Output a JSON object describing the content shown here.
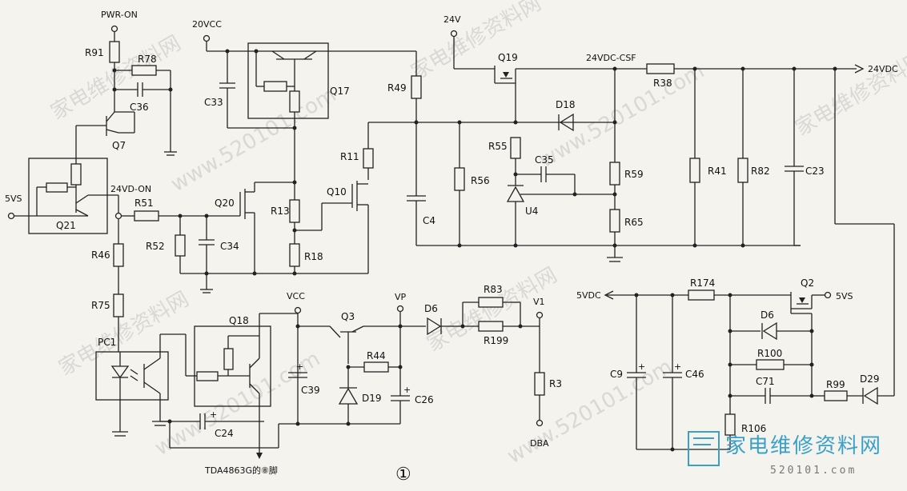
{
  "nets": {
    "pwr_on": "PWR-ON",
    "v20": "20VCC",
    "v24": "24V",
    "v24csf": "24VDC-CSF",
    "v24dc": "24VDC",
    "v5vs_left": "5VS",
    "v24d_on": "24VD-ON",
    "vcc": "VCC",
    "vp": "VP",
    "v1": "V1",
    "dba": "DBA",
    "v5vdc": "5VDC",
    "v5vs_right": "5VS"
  },
  "components": {
    "R91": "R91",
    "R78": "R78",
    "C36": "C36",
    "Q7": "Q7",
    "Q21": "Q21",
    "R51": "R51",
    "R52": "R52",
    "C34": "C34",
    "R46": "R46",
    "R75": "R75",
    "PC1": "PC1",
    "Q18": "Q18",
    "C24": "C24",
    "C33": "C33",
    "Q17": "Q17",
    "Q20": "Q20",
    "R13": "R13",
    "R18": "R18",
    "R49": "R49",
    "R11": "R11",
    "Q10": "Q10",
    "C4": "C4",
    "Q19": "Q19",
    "D18": "D18",
    "R55": "R55",
    "C35": "C35",
    "R56": "R56",
    "U4": "U4",
    "R59": "R59",
    "R65": "R65",
    "R38": "R38",
    "R41": "R41",
    "R82": "R82",
    "C23": "C23",
    "Q3": "Q3",
    "R44": "R44",
    "D19": "D19",
    "C39": "C39",
    "C26": "C26",
    "D6a": "D6",
    "R83": "R83",
    "R199": "R199",
    "R3": "R3",
    "R174": "R174",
    "Q2": "Q2",
    "D6b": "D6",
    "R100": "R100",
    "C71": "C71",
    "R99": "R99",
    "D29": "D29",
    "C9": "C9",
    "C46": "C46",
    "R106": "R106"
  },
  "annotations": {
    "tda_pin": "TDA4863G的⑧脚",
    "figure_no": "①"
  },
  "watermarks": {
    "text": "家电维修资料网",
    "site": "www.520101.com",
    "logo_site": "520101.com"
  },
  "colors": {
    "ink": "#222222",
    "paper": "#f4f3ee",
    "watermark": "#b9b9b9",
    "logo": "#3aa0c8"
  }
}
